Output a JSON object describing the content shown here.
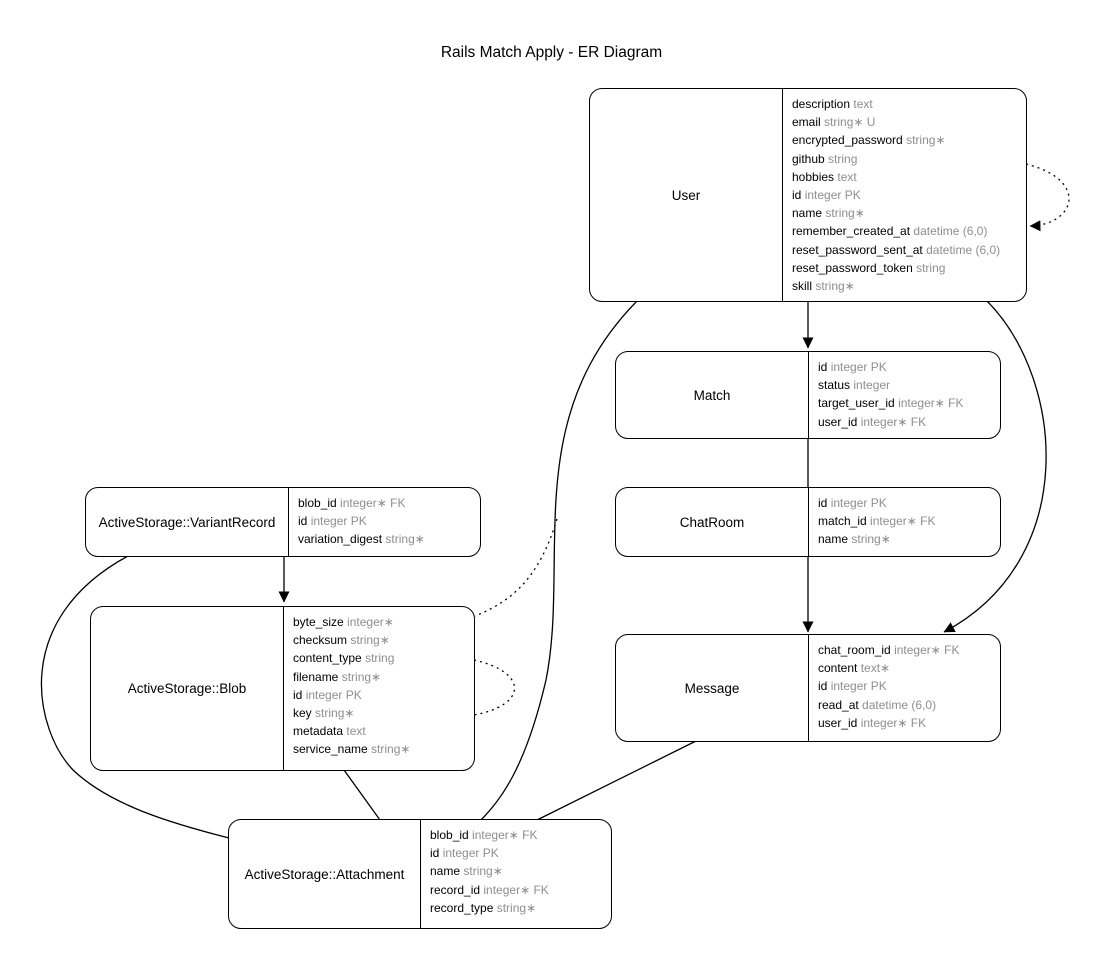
{
  "title": "Rails Match Apply - ER Diagram",
  "entities": [
    {
      "id": "user",
      "name": "User",
      "attributes": [
        {
          "name": "description",
          "type": "text"
        },
        {
          "name": "email",
          "type": "string∗ U"
        },
        {
          "name": "encrypted_password",
          "type": "string∗"
        },
        {
          "name": "github",
          "type": "string"
        },
        {
          "name": "hobbies",
          "type": "text"
        },
        {
          "name": "id",
          "type": "integer PK"
        },
        {
          "name": "name",
          "type": "string∗"
        },
        {
          "name": "remember_created_at",
          "type": "datetime (6,0)"
        },
        {
          "name": "reset_password_sent_at",
          "type": "datetime (6,0)"
        },
        {
          "name": "reset_password_token",
          "type": "string"
        },
        {
          "name": "skill",
          "type": "string∗"
        }
      ]
    },
    {
      "id": "match",
      "name": "Match",
      "attributes": [
        {
          "name": "id",
          "type": "integer PK"
        },
        {
          "name": "status",
          "type": "integer"
        },
        {
          "name": "target_user_id",
          "type": "integer∗ FK"
        },
        {
          "name": "user_id",
          "type": "integer∗ FK"
        }
      ]
    },
    {
      "id": "chatroom",
      "name": "ChatRoom",
      "attributes": [
        {
          "name": "id",
          "type": "integer PK"
        },
        {
          "name": "match_id",
          "type": "integer∗ FK"
        },
        {
          "name": "name",
          "type": "string∗"
        }
      ]
    },
    {
      "id": "message",
      "name": "Message",
      "attributes": [
        {
          "name": "chat_room_id",
          "type": "integer∗ FK"
        },
        {
          "name": "content",
          "type": "text∗"
        },
        {
          "name": "id",
          "type": "integer PK"
        },
        {
          "name": "read_at",
          "type": "datetime (6,0)"
        },
        {
          "name": "user_id",
          "type": "integer∗ FK"
        }
      ]
    },
    {
      "id": "variant",
      "name": "ActiveStorage::VariantRecord",
      "attributes": [
        {
          "name": "blob_id",
          "type": "integer∗ FK"
        },
        {
          "name": "id",
          "type": "integer PK"
        },
        {
          "name": "variation_digest",
          "type": "string∗"
        }
      ]
    },
    {
      "id": "blob",
      "name": "ActiveStorage::Blob",
      "attributes": [
        {
          "name": "byte_size",
          "type": "integer∗"
        },
        {
          "name": "checksum",
          "type": "string∗"
        },
        {
          "name": "content_type",
          "type": "string"
        },
        {
          "name": "filename",
          "type": "string∗"
        },
        {
          "name": "id",
          "type": "integer PK"
        },
        {
          "name": "key",
          "type": "string∗"
        },
        {
          "name": "metadata",
          "type": "text"
        },
        {
          "name": "service_name",
          "type": "string∗"
        }
      ]
    },
    {
      "id": "attachment",
      "name": "ActiveStorage::Attachment",
      "attributes": [
        {
          "name": "blob_id",
          "type": "integer∗ FK"
        },
        {
          "name": "id",
          "type": "integer PK"
        },
        {
          "name": "name",
          "type": "string∗"
        },
        {
          "name": "record_id",
          "type": "integer∗ FK"
        },
        {
          "name": "record_type",
          "type": "string∗"
        }
      ]
    }
  ]
}
